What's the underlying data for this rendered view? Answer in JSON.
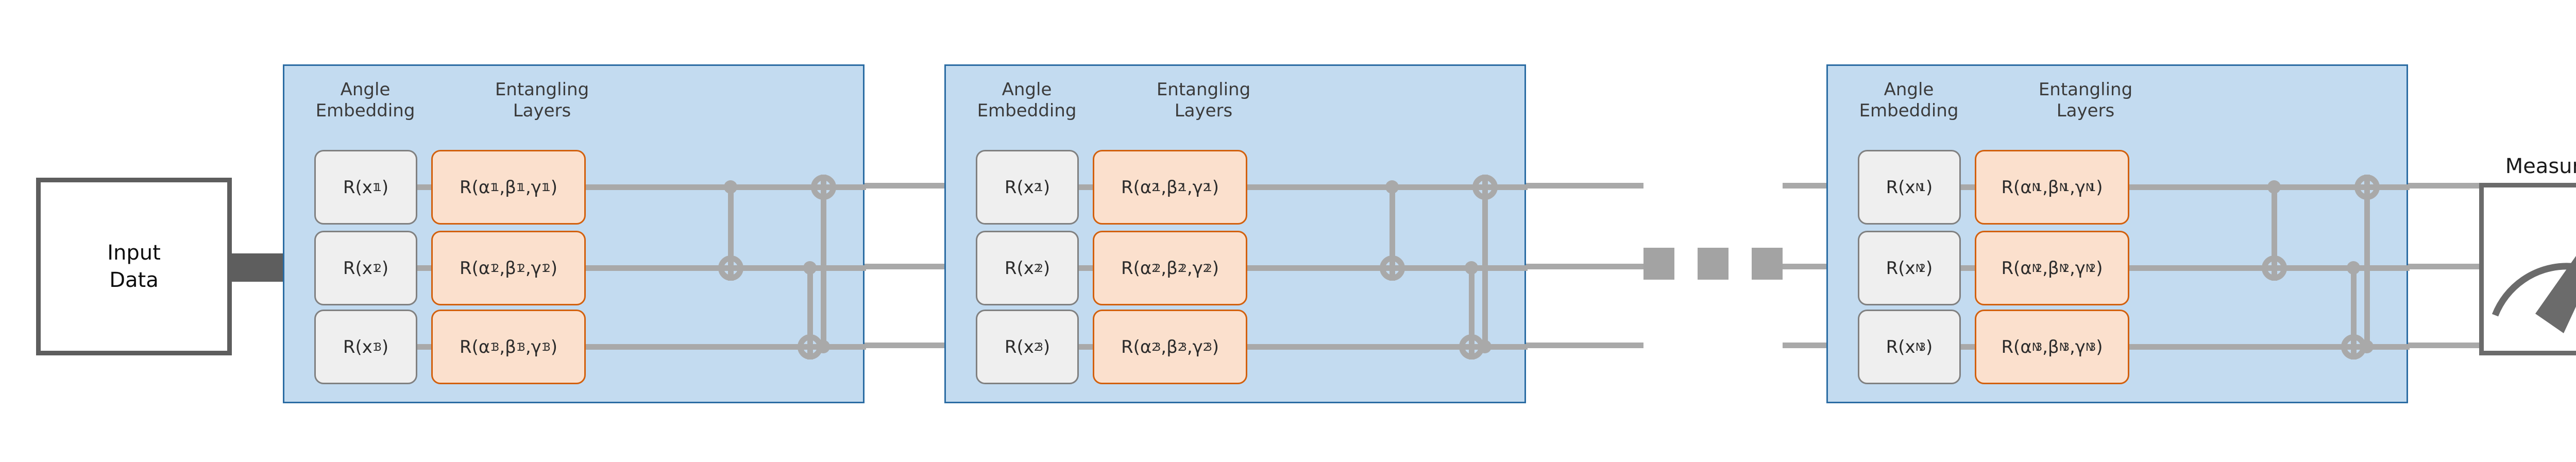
{
  "diagram": {
    "title_visible": false,
    "colors": {
      "panel_fill": "#c3dbf0",
      "panel_border": "#2b6ca3",
      "embed_gate_fill": "#efefef",
      "embed_gate_border": "#808080",
      "rot_gate_fill": "#fbe0cd",
      "rot_gate_border": "#d2600d",
      "wire": "#a9a9a9",
      "box_border": "#5e5e5e",
      "ellipsis": "#a3a3a3",
      "text": "#2b2b2b"
    }
  },
  "input": {
    "label": "Input\nData",
    "connector_name": "input-connector"
  },
  "blocks": [
    {
      "id": "layer-1",
      "index": "1",
      "title_embedding": "Angle\nEmbedding",
      "title_entangling": "Entangling\nLayers",
      "embedding_gates": [
        {
          "base": "R(x",
          "sup": "1",
          "sub": "1",
          "close": ")"
        },
        {
          "base": "R(x",
          "sup": "1",
          "sub": "2",
          "close": ")"
        },
        {
          "base": "R(x",
          "sup": "1",
          "sub": "3",
          "close": ")"
        }
      ],
      "rotation_gates": [
        {
          "text_parts": [
            "R(α",
            "1",
            "1",
            ",β",
            "1",
            "1",
            ",γ",
            "1",
            "1",
            ")"
          ]
        },
        {
          "text_parts": [
            "R(α",
            "1",
            "2",
            ",β",
            "1",
            "2",
            ",γ",
            "1",
            "2",
            ")"
          ]
        },
        {
          "text_parts": [
            "R(α",
            "1",
            "3",
            ",β",
            "1",
            "3",
            ",γ",
            "1",
            "3",
            ")"
          ]
        }
      ]
    },
    {
      "id": "layer-2",
      "index": "2",
      "title_embedding": "Angle\nEmbedding",
      "title_entangling": "Entangling\nLayers",
      "embedding_gates": [
        {
          "base": "R(x",
          "sup": "2",
          "sub": "1",
          "close": ")"
        },
        {
          "base": "R(x",
          "sup": "2",
          "sub": "2",
          "close": ")"
        },
        {
          "base": "R(x",
          "sup": "2",
          "sub": "3",
          "close": ")"
        }
      ],
      "rotation_gates": [
        {
          "text_parts": [
            "R(α",
            "2",
            "1",
            ",β",
            "2",
            "1",
            ",γ",
            "2",
            "1",
            ")"
          ]
        },
        {
          "text_parts": [
            "R(α",
            "2",
            "2",
            ",β",
            "2",
            "2",
            ",γ",
            "2",
            "2",
            ")"
          ]
        },
        {
          "text_parts": [
            "R(α",
            "2",
            "3",
            ",β",
            "2",
            "3",
            ",γ",
            "2",
            "3",
            ")"
          ]
        }
      ]
    },
    {
      "id": "layer-N",
      "index": "N",
      "title_embedding": "Angle\nEmbedding",
      "title_entangling": "Entangling\nLayers",
      "embedding_gates": [
        {
          "base": "R(x",
          "sup": "N",
          "sub": "1",
          "close": ")"
        },
        {
          "base": "R(x",
          "sup": "N",
          "sub": "2",
          "close": ")"
        },
        {
          "base": "R(x",
          "sup": "N",
          "sub": "3",
          "close": ")"
        }
      ],
      "rotation_gates": [
        {
          "text_parts": [
            "R(α",
            "N",
            "1",
            ",β",
            "N",
            "1",
            ",γ",
            "N",
            "1",
            ")"
          ]
        },
        {
          "text_parts": [
            "R(α",
            "N",
            "2",
            ",β",
            "N",
            "2",
            ",γ",
            "N",
            "2",
            ")"
          ]
        },
        {
          "text_parts": [
            "R(α",
            "N",
            "3",
            ",β",
            "N",
            "3",
            ",γ",
            "N",
            "3",
            ")"
          ]
        }
      ]
    }
  ],
  "qubits": {
    "count": 3,
    "wire_y": [
      360,
      517,
      670
    ]
  },
  "entanglement": {
    "pattern": "ring",
    "cnots": [
      {
        "control_qubit": 1,
        "target_qubit": 2
      },
      {
        "control_qubit": 2,
        "target_qubit": 3
      },
      {
        "control_qubit": 3,
        "target_qubit": 1
      }
    ]
  },
  "ellipsis": {
    "symbol": "■■■",
    "count": 3
  },
  "measurement": {
    "label": "Measurement",
    "icon": "gauge-meter-icon"
  }
}
